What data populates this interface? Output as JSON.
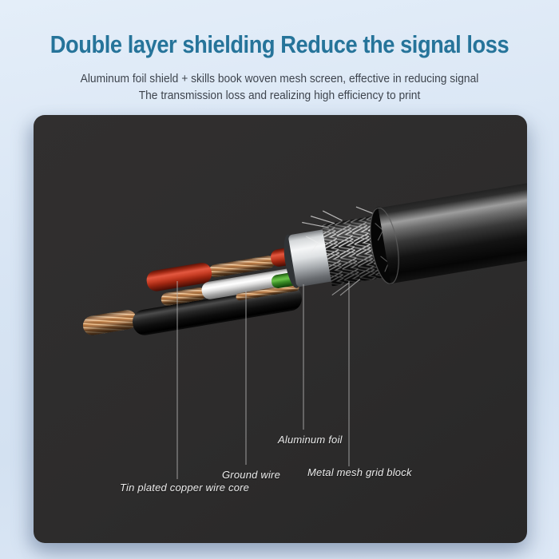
{
  "header": {
    "title": "Double layer shielding Reduce the signal loss",
    "title_color": "#26749a",
    "subtitle_lines": [
      "Aluminum foil shield + skills book woven mesh screen, effective in reducing signal",
      "The transmission loss and realizing high efficiency to print"
    ]
  },
  "diagram": {
    "panel_bg": "#2d2c2c",
    "labels": [
      {
        "text": "Tin plated copper wire core"
      },
      {
        "text": "Ground wire"
      },
      {
        "text": "Aluminum foil"
      },
      {
        "text": "Metal mesh grid block"
      }
    ],
    "parts_colors": {
      "copper_strands": "#c9854e",
      "red_wire": "#c43a20",
      "white_wire": "#e9e9e9",
      "green_wire": "#3c8f27",
      "black_wire": "#141414",
      "aluminum_foil": "#d7d9db",
      "metal_mesh": "#c8c8c8",
      "outer_jacket": "#1b1b1b",
      "background_blue": "#d7e4f3"
    }
  }
}
